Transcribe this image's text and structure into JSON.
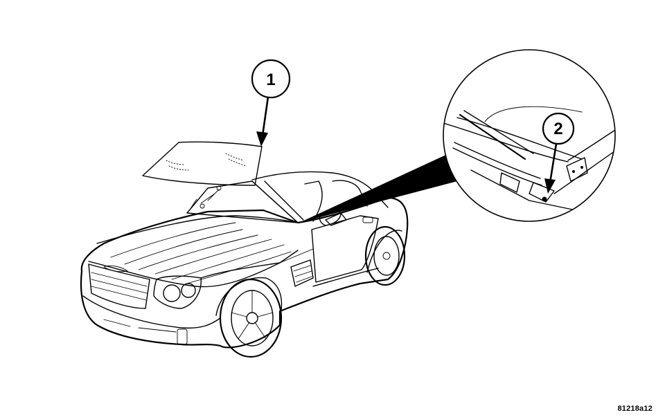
{
  "diagram": {
    "callouts": [
      {
        "id": "1",
        "label": "1"
      },
      {
        "id": "2",
        "label": "2"
      }
    ],
    "figure_id": "81218a12"
  }
}
